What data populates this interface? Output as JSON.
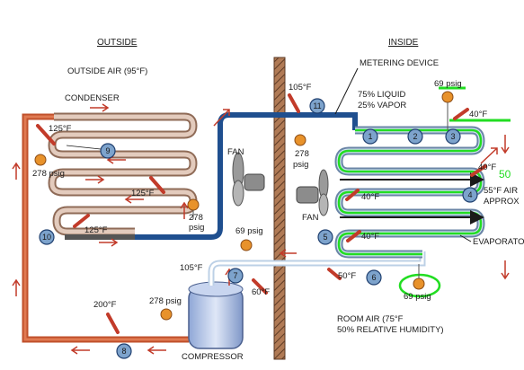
{
  "headers": {
    "outside": "OUTSIDE",
    "inside": "INSIDE"
  },
  "labels": {
    "outside_air": "OUTSIDE AIR (95°F)",
    "condenser": "CONDENSER",
    "metering_device": "METERING DEVICE",
    "liquid_pct": "75% LIQUID",
    "vapor_pct": "25% VAPOR",
    "fan_outside": "FAN",
    "fan_inside": "FAN",
    "compressor": "COMPRESSOR",
    "evaporator": "EVAPORATOR",
    "supply_air_1": "55°F AIR",
    "supply_air_2": "APPROX",
    "room_air_1": "ROOM AIR (75°F",
    "room_air_2": "50% RELATIVE HUMIDITY)"
  },
  "readings": {
    "t_125_top": "125°F",
    "p_278_cond": "278 psig",
    "t_125_mid": "125°F",
    "p_278_mid_a": "278",
    "p_278_mid_b": "psig",
    "t_125_low": "125°F",
    "t_105_out": "105°F",
    "t_105_in": "105°F",
    "p_278_in_a": "278",
    "p_278_in_b": "psig",
    "p_69_top": "69 psig",
    "t_40_top": "40°F",
    "t_40_exit": "40°F",
    "t_40_mid": "40°F",
    "t_40_low": "40°F",
    "t_50": "50°F",
    "p_69_suction": "69 psig",
    "t_60": "60°F",
    "t_200": "200°F",
    "p_278_disch": "278 psig",
    "p_69_bottom": "69 psig",
    "annot_50": "50"
  },
  "points": [
    "1",
    "2",
    "3",
    "4",
    "5",
    "6",
    "7",
    "8",
    "9",
    "10",
    "11"
  ],
  "colors": {
    "hot_gas": "#c0502b",
    "liquid": "#d9bfae",
    "cold_line": "#1f4f8f",
    "evaporator_coil": "#bcd0e6",
    "marker": "#c23b2a",
    "gauge": "#e8922b",
    "point_circle": "#7da3cc",
    "wall": "#8a5a3c",
    "highlight": "#22dd22"
  }
}
